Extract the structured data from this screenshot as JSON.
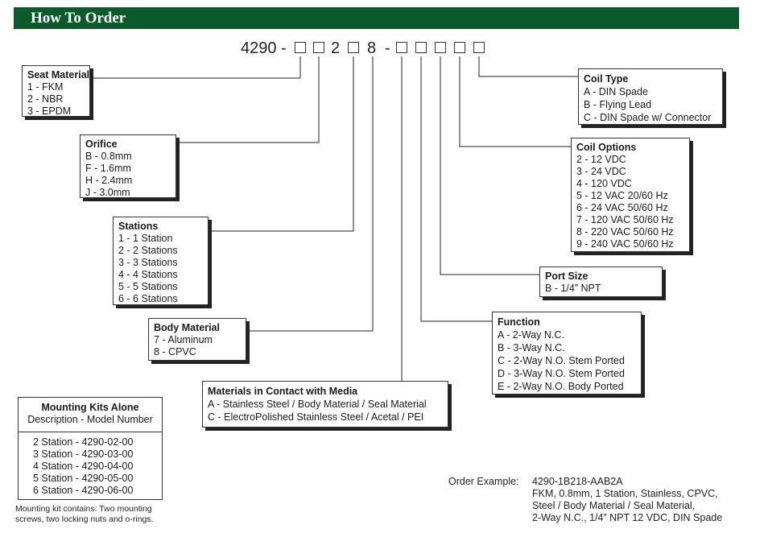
{
  "header": {
    "title": "How To Order"
  },
  "part_code": {
    "prefix": "4290 -",
    "mid_digit_1": "2",
    "mid_digit_2": "8",
    "dash": "-"
  },
  "seat_material": {
    "title": "Seat Material",
    "options": [
      "1 - FKM",
      "2 - NBR",
      "3 - EPDM"
    ]
  },
  "orifice": {
    "title": "Orifice",
    "options": [
      "B -  0.8mm",
      "F -  1.6mm",
      "H -  2.4mm",
      "J -  3.0mm"
    ]
  },
  "stations": {
    "title": "Stations",
    "options": [
      "1 - 1 Station",
      "2 - 2 Stations",
      "3 - 3 Stations",
      "4 - 4 Stations",
      "5 - 5 Stations",
      "6 - 6 Stations"
    ]
  },
  "body_material": {
    "title": "Body Material",
    "options": [
      "7 -  Aluminum",
      "8 -  CPVC"
    ]
  },
  "materials_contact": {
    "title": "Materials in Contact with Media",
    "options": [
      "A - Stainless Steel / Body Material / Seal Material",
      "C - ElectroPolished Stainless Steel / Acetal / PEI"
    ]
  },
  "coil_type": {
    "title": "Coil Type",
    "options": [
      "A -  DIN Spade",
      "B -  Flying Lead",
      "C - DIN Spade w/ Connector"
    ]
  },
  "coil_options": {
    "title": "Coil Options",
    "options": [
      "2 - 12 VDC",
      "3 - 24 VDC",
      "4 - 120 VDC",
      "5 - 12 VAC 20/60 Hz",
      "6 - 24 VAC 50/60 Hz",
      "7 - 120 VAC 50/60 Hz",
      "8 - 220 VAC 50/60 Hz",
      "9 - 240 VAC 50/60 Hz"
    ]
  },
  "port_size": {
    "title": "Port Size",
    "options": [
      "B -  1/4” NPT"
    ]
  },
  "function": {
    "title": "Function",
    "options": [
      "A - 2-Way N.C.",
      "B - 3-Way N.C.",
      "C - 2-Way N.O. Stem Ported",
      "D - 3-Way N.O. Stem Ported",
      "E - 2-Way N.O. Body Ported"
    ]
  },
  "mounting_kits": {
    "title": "Mounting Kits Alone",
    "subtitle": "Description -  Model Number",
    "rows": [
      "2 Station -  4290-02-00",
      "3 Station -  4290-03-00",
      "4 Station -  4290-04-00",
      "5 Station -  4290-05-00",
      "6 Station -  4290-06-00"
    ],
    "note_line1": "Mounting kit contains: Two mounting",
    "note_line2": "screws, two locking nuts and o-rings."
  },
  "order_example": {
    "label": "Order Example:",
    "lines": [
      "4290-1B218-AAB2A",
      "FKM, 0.8mm, 1 Station, Stainless, CPVC,",
      "Steel / Body Material / Seal Material,",
      "2-Way N.C., 1/4” NPT 12 VDC, DIN Spade"
    ]
  },
  "colors": {
    "banner": "#0a5a2c",
    "text": "#1a1a1a"
  }
}
